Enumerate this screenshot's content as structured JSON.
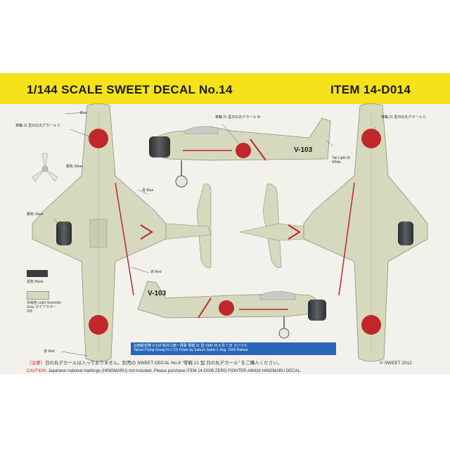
{
  "header": {
    "title_left": "1/144 SCALE SWEET DECAL No.14",
    "title_right": "ITEM 14-D014"
  },
  "colors": {
    "banner": "#f6e21a",
    "sheet": "#f2f1ec",
    "airframe": "#d6d9bd",
    "hinomaru": "#c0262a",
    "cowling": "#3a3d3f",
    "info_box": "#2a66b8",
    "caution_red": "#c0262a"
  },
  "labels": {
    "blue_top": "Blue",
    "hinomaru_c_left": "車輪 21 型日の丸デカール C",
    "hinomaru_m": "車輪 21 型日の丸デカール M",
    "hinomaru_c_right": "車輪 21 型日の丸デカール C",
    "tail_light": "Tail Light 白 White",
    "prop_silver": "銀色 Silver",
    "blue_mid": "青 Blue",
    "cowl_silver": "銀色 Silver",
    "red_mid": "赤 Red",
    "red_bottom": "赤 Red",
    "tail_code": "V-103"
  },
  "legend": [
    {
      "label": "黒色 Black",
      "color": "#3a3d3f"
    },
    {
      "label": "灰緑色 Light Greenish Gray ガイアカラー 202",
      "color": "#d6d9bd"
    }
  ],
  "info_box": {
    "line1": "台南航空隊 V-103 坂井三郎一飛曹 零戦 21 型 1942 年 8 月 7 日 ラバウル",
    "line2": "Tainan Flying Group IV-1 CS Flown by Saburo Sakai J. Aug. 1942 Rabaul"
  },
  "caution": {
    "jp_tag": "（注意）",
    "jp_text": "日の丸デカールは入っておりません。別売の SWEET DECAL No.8 \"零戦 21 型 日の丸デカール\" をご購入ください。",
    "copyright": "© SWEET 2012",
    "en_tag": "CAUTION:",
    "en_text": "Japanese national markings (HINOMARU) not included. Please purchase ITEM 14-D008 ZERO FIGHTER A6M2b HINOMARU DECAL."
  }
}
